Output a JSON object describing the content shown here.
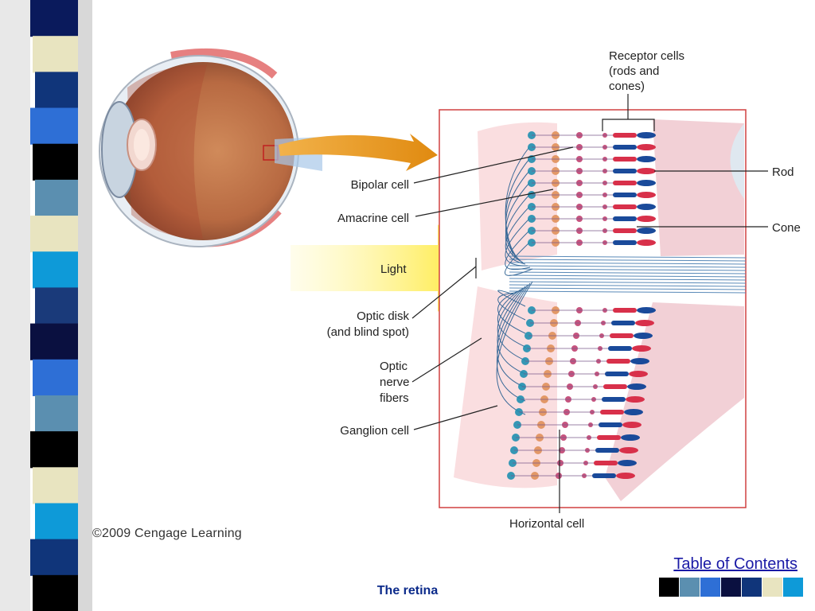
{
  "slide": {
    "title": "The retina",
    "toc_link": "Table of Contents",
    "copyright": "©2009 Cengage Learning"
  },
  "diagram": {
    "labels": {
      "receptor_line1": "Receptor cells",
      "receptor_line2": "(rods and",
      "receptor_line3": "cones)",
      "rod": "Rod",
      "cone": "Cone",
      "bipolar": "Bipolar cell",
      "amacrine": "Amacrine cell",
      "light": "Light",
      "optic_disk_line1": "Optic disk",
      "optic_disk_line2": "(and blind spot)",
      "nerve_line1": "Optic",
      "nerve_line2": "nerve",
      "nerve_line3": "fibers",
      "ganglion": "Ganglion cell",
      "horizontal": "Horizontal cell"
    }
  },
  "theme": {
    "strip_colors": [
      "#0a1a5c",
      "#e8e4c0",
      "#10357a",
      "#2e6fd6",
      "#000000",
      "#5b8fb0",
      "#e8e4c0",
      "#0e9ad8",
      "#1a3a7a",
      "#0a1040",
      "#2e6fd6",
      "#5b8fb0",
      "#000000",
      "#e8e4c0",
      "#0e9ad8",
      "#10357a",
      "#000000"
    ],
    "swatch_colors": [
      "#000000",
      "#5b8fb0",
      "#2e6fd6",
      "#0a1040",
      "#10357a",
      "#e8e4c0",
      "#0e9ad8"
    ]
  }
}
